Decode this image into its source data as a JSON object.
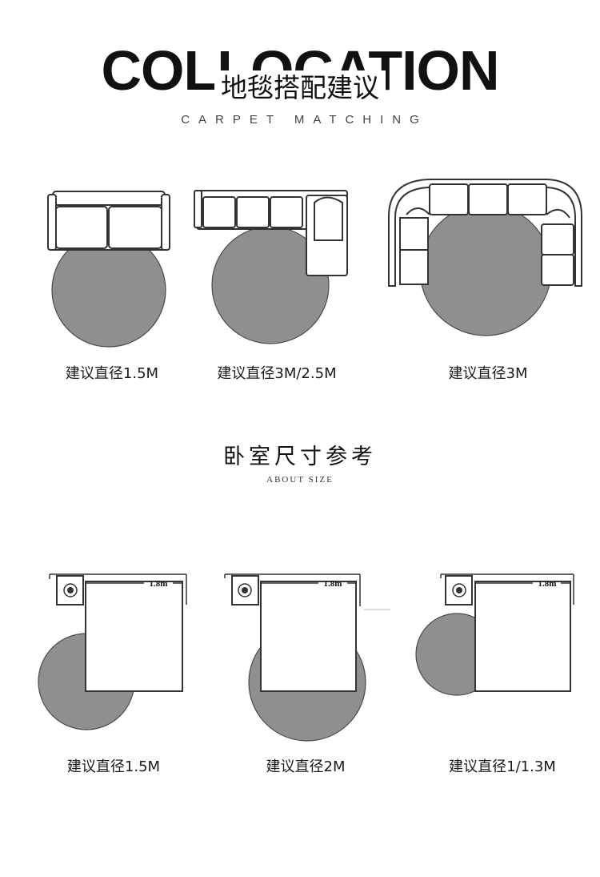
{
  "header": {
    "title_en": "COLLOCATION",
    "title_cn": "地毯搭配建议",
    "subtitle_en": "CARPET MATCHING"
  },
  "sofa_captions": [
    "建议直径1.5M",
    "建议直径3M/2.5M",
    "建议直径3M"
  ],
  "bedroom": {
    "title_cn": "卧室尺寸参考",
    "subtitle_en": "ABOUT SIZE",
    "bed_width_label": "1.8m",
    "captions": [
      "建议直径1.5M",
      "建议直径2M",
      "建议直径1/1.3M"
    ]
  },
  "colors": {
    "rug": "#8f8f8f",
    "line": "#333333"
  }
}
